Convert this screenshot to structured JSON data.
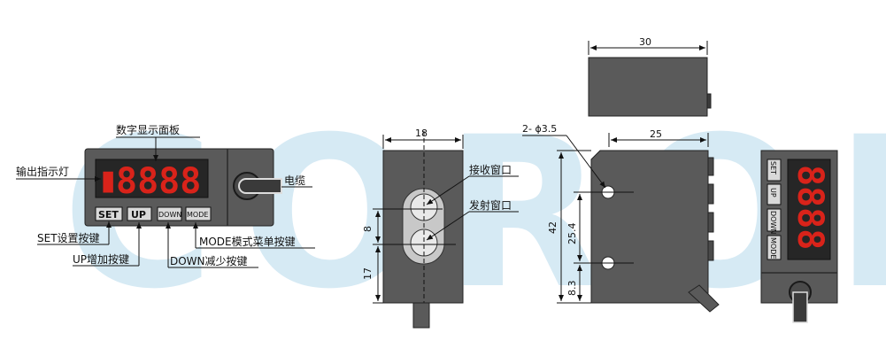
{
  "watermark": "CORON",
  "colors": {
    "housing": "#5a5a5a",
    "housing_dark": "#3c3c3c",
    "display": "#262626",
    "digit_red": "#d9231a",
    "window_light": "#c8c8c8",
    "watermark": "#c9e3f1"
  },
  "front_view": {
    "display_digits": "8888",
    "indicator_glyph": "▮",
    "buttons": {
      "set": "SET",
      "up": "UP",
      "down": "DOWN",
      "mode": "MODE"
    },
    "labels": {
      "display": "数字显示面板",
      "indicator": "输出指示灯",
      "cable": "电缆",
      "set_key": "SET设置按键",
      "up_key": "UP增加按键",
      "down_key": "DOWN减少按键",
      "mode_key": "MODE模式菜单按键"
    }
  },
  "lens_view": {
    "labels": {
      "receiver": "接收窗口",
      "emitter": "发射窗口"
    },
    "dimensions": {
      "width": "18",
      "lens_pitch": "8",
      "bottom_offset": "17"
    }
  },
  "top_view": {
    "dimensions": {
      "length": "30"
    }
  },
  "side_view": {
    "dimensions": {
      "hole": "2- ϕ3.5",
      "length": "25",
      "height": "42",
      "hole_pitch": "25.4",
      "bottom_offset": "8.3"
    }
  },
  "back_view": {
    "display_digits": "8888",
    "buttons": {
      "set": "SET",
      "up": "UP",
      "down": "DOWN",
      "mode": "MODE"
    }
  }
}
